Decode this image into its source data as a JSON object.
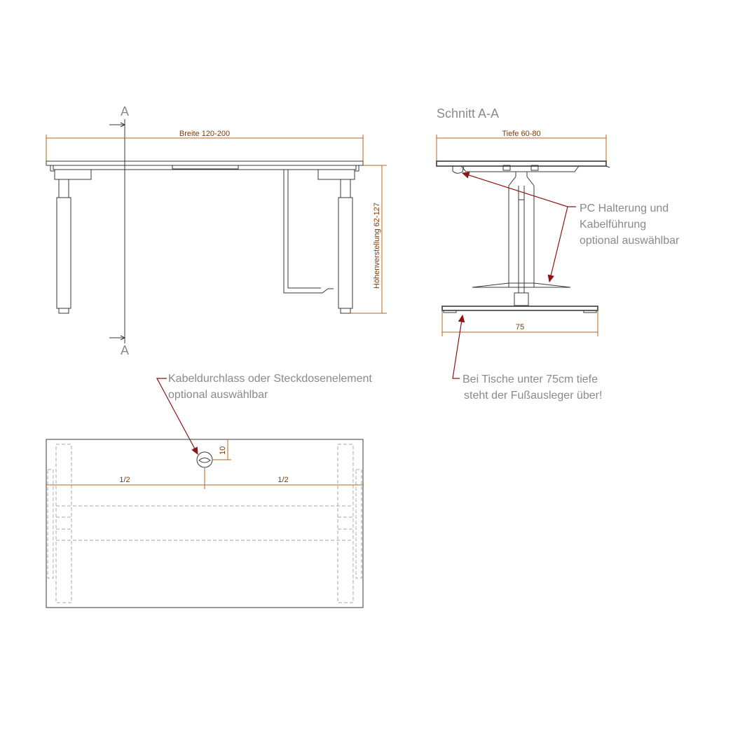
{
  "front_view": {
    "width_label": "Breite 120-200",
    "height_label": "Höhenverstellung 62-127",
    "section_marker_top": "A",
    "section_marker_bottom": "A"
  },
  "section_view": {
    "title": "Schnitt A-A",
    "depth_label": "Tiefe 60-80",
    "foot_label": "75",
    "pc_note_line1": "PC Halterung und",
    "pc_note_line2": "Kabelführung",
    "pc_note_line3": "optional auswählbar",
    "foot_note_line1": "Bei Tische unter 75cm tiefe",
    "foot_note_line2": "steht der Fußausleger über!"
  },
  "top_view": {
    "cable_note_line1": "Kabeldurchlass oder Steckdosenelement",
    "cable_note_line2": "optional auswählbar",
    "half_left": "1/2",
    "half_right": "1/2",
    "offset_label": "10"
  },
  "colors": {
    "line": "#3a3a3a",
    "dimension": "#b5651d",
    "arrow": "#8b1414",
    "dashed": "#a8a8a8",
    "note_text": "#8a8a8a"
  }
}
